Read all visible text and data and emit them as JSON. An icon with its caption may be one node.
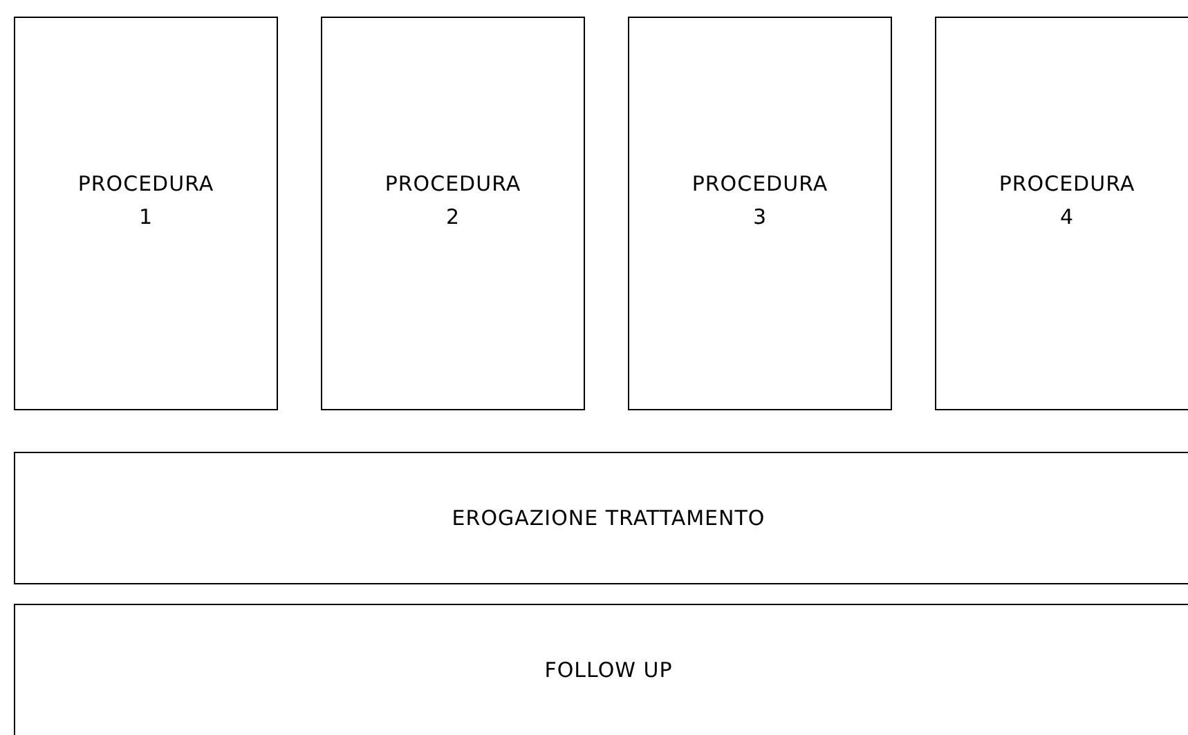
{
  "diagram": {
    "nodes": [
      {
        "text": [
          "PROCEDURA 1"
        ]
      },
      {
        "text": [
          "PROCEDURA 2"
        ]
      },
      {
        "text": [
          "PROCEDURA 3"
        ]
      },
      {
        "text": [
          "PROCEDURA 4"
        ]
      },
      {
        "text": [
          "EROGAZIONE TRATTAMENTO"
        ]
      },
      {
        "text": [
          "FOLLOW UP"
        ]
      }
    ]
  }
}
